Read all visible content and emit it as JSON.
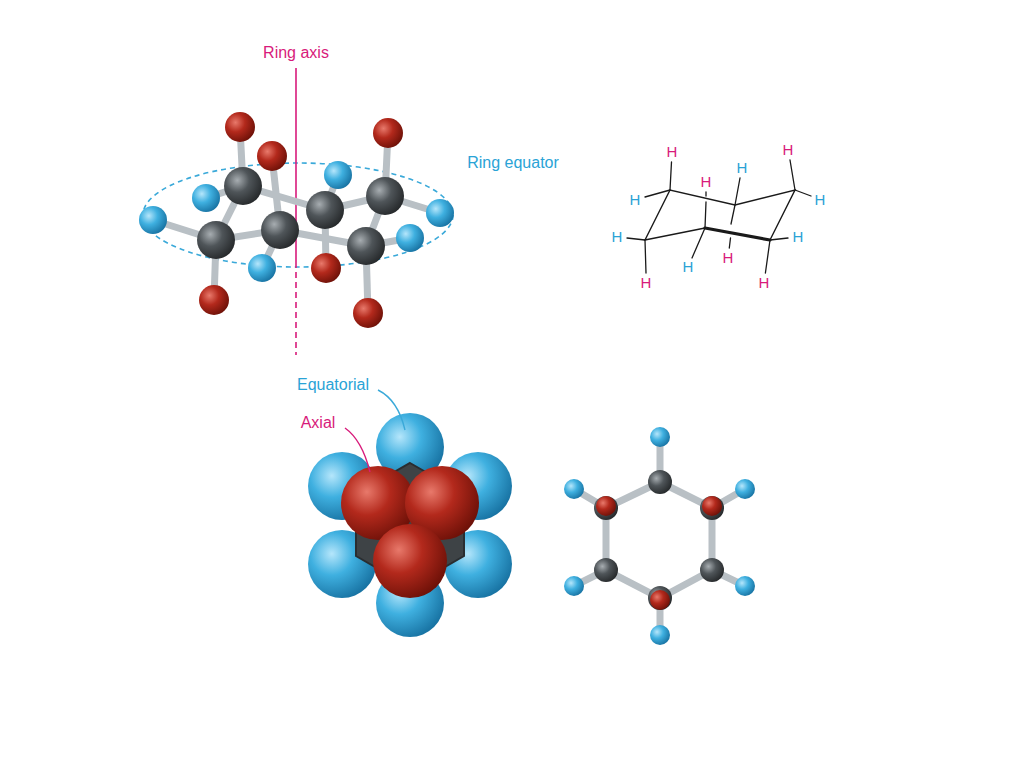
{
  "diagram": {
    "labels": [
      "Ring axis",
      "Ring equator",
      "Equatorial",
      "Axial",
      "H",
      "H",
      "H",
      "H",
      "H",
      "H",
      "H",
      "H",
      "H",
      "H",
      "H",
      "H"
    ]
  }
}
